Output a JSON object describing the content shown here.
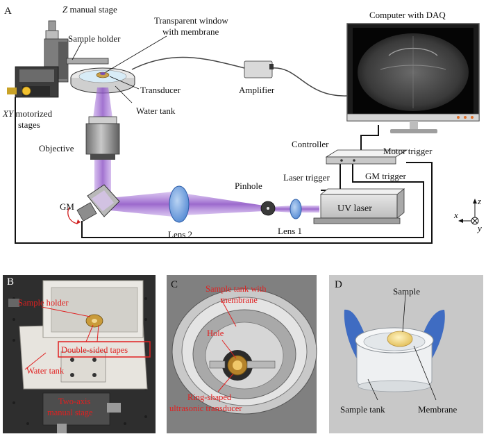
{
  "panels": {
    "a": "A",
    "b": "B",
    "c": "C",
    "d": "D"
  },
  "panel_a": {
    "z_stage_prefix": "Z",
    "z_stage_rest": " manual stage",
    "sample_holder": "Sample holder",
    "window_line1": "Transparent window",
    "window_line2": "with membrane",
    "transducer": "Transducer",
    "water_tank": "Water tank",
    "xy_prefix": "XY",
    "xy_rest": " motorized",
    "stages": "stages",
    "amplifier": "Amplifier",
    "computer": "Computer with DAQ",
    "controller": "Controller",
    "motor_trigger": "Motor trigger",
    "laser_trigger": "Laser trigger",
    "gm_trigger": "GM trigger",
    "objective": "Objective",
    "gm": "GM",
    "lens2": "Lens 2",
    "pinhole": "Pinhole",
    "lens1": "Lens 1",
    "uv_laser": "UV laser",
    "axis_x": "x",
    "axis_y": "y",
    "axis_z": "z"
  },
  "panel_b": {
    "sample_holder": "Sample holder",
    "tapes": "Double-sided tapes",
    "water_tank": "Water tank",
    "stage_line1": "Two-axis",
    "stage_line2": "manual stage"
  },
  "panel_c": {
    "tank_line1": "Sample tank with",
    "tank_line2": "membrane",
    "hole": "Hole",
    "ring_line1": "Ring-shaped",
    "ring_line2": "ultrasonic transducer"
  },
  "panel_d": {
    "sample": "Sample",
    "sample_tank": "Sample tank",
    "membrane": "Membrane"
  },
  "colors": {
    "beam": "#8a4fc4",
    "beam_light": "#c8a4e6",
    "lens": "#5b8fd6",
    "annotation_red": "#e02020",
    "metal": "#8c8c8c"
  }
}
